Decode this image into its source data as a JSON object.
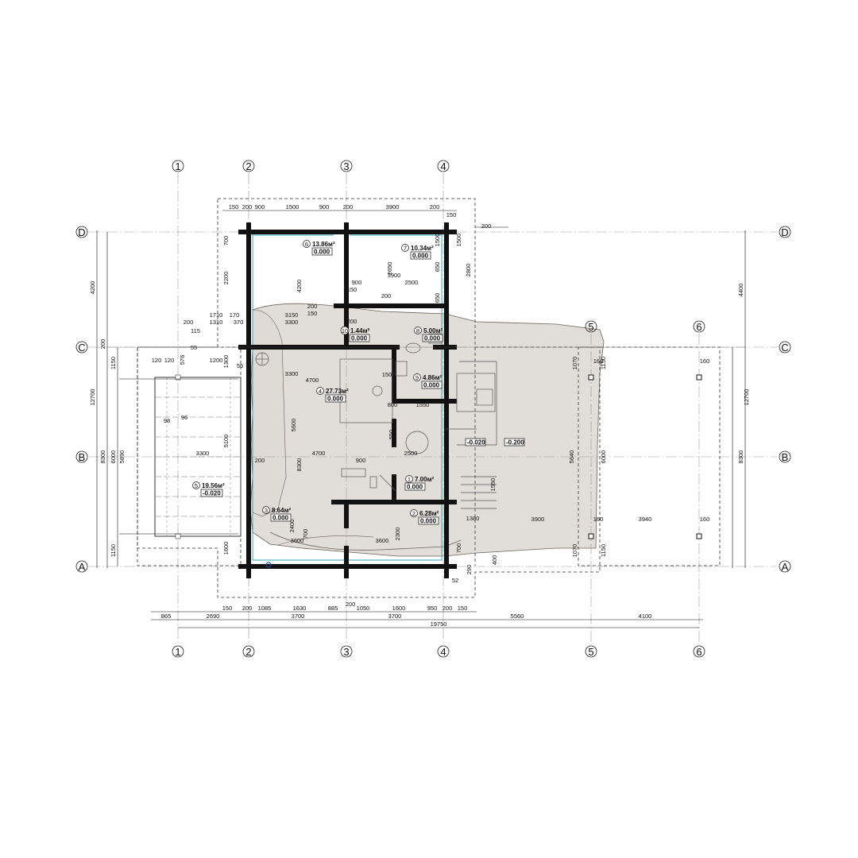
{
  "axes": {
    "vertical": [
      "1",
      "2",
      "3",
      "4",
      "5",
      "6"
    ],
    "horizontal": [
      "D",
      "C",
      "B",
      "A"
    ]
  },
  "rooms": [
    {
      "num": "6",
      "area": "13.86м²",
      "level": "0.000"
    },
    {
      "num": "7",
      "area": "10.34м²",
      "level": "0.000"
    },
    {
      "num": "10",
      "area": "1.44м²",
      "level": "0.000"
    },
    {
      "num": "8",
      "area": "5.00м²",
      "level": "0.000"
    },
    {
      "num": "9",
      "area": "4.86м²",
      "level": "0.000"
    },
    {
      "num": "4",
      "area": "27.73м²",
      "level": "0.000"
    },
    {
      "num": "5",
      "area": "19.56м²",
      "level": "-0.020"
    },
    {
      "num": "1",
      "area": "7.00м²",
      "level": "0.000"
    },
    {
      "num": "3",
      "area": "8.64м²",
      "level": "0.000"
    },
    {
      "num": "2",
      "area": "6.28м²",
      "level": "0.000"
    }
  ],
  "levels": [
    "-0.020",
    "-0.200"
  ],
  "dimensions": {
    "top_row": [
      "150",
      "200",
      "900",
      "1500",
      "900",
      "200",
      "3900",
      "200",
      "150"
    ],
    "bottom_row1": [
      "150",
      "200",
      "1085",
      "1630",
      "885",
      "1050",
      "1600",
      "950",
      "200",
      "150"
    ],
    "bottom_row2": [
      "865",
      "2690",
      "3700",
      "3700",
      "5560",
      "4100"
    ],
    "bottom_total": "19750",
    "left_outer": [
      "4200",
      "200",
      "1150",
      "8300",
      "1150"
    ],
    "left_total": "12700",
    "left_inner": [
      "6000",
      "5890"
    ],
    "right_outer": [
      "4400",
      "8300"
    ],
    "right_total": "12700",
    "right_inner": [
      "1150",
      "6000",
      "1150",
      "1070",
      "1070"
    ],
    "right_top": "200",
    "interior": [
      "700",
      "2200",
      "4200",
      "2650",
      "3900",
      "2500",
      "1500",
      "650",
      "650",
      "1500",
      "2800",
      "900",
      "150",
      "200",
      "200",
      "150",
      "3150",
      "3300",
      "1200",
      "1710",
      "1310",
      "170",
      "370",
      "115",
      "55",
      "55",
      "1300",
      "3300",
      "4700",
      "5600",
      "8300",
      "5100",
      "3300",
      "200",
      "4700",
      "900",
      "2500",
      "1550",
      "800",
      "550",
      "5640",
      "3900",
      "3940",
      "160",
      "160",
      "160",
      "160",
      "3600",
      "3600",
      "2400",
      "1600",
      "700",
      "2300",
      "1380",
      "1550",
      "120",
      "120",
      "1200",
      "98",
      "96",
      "576",
      "200",
      "150",
      "400",
      "290",
      "52",
      "700",
      "200"
    ]
  }
}
